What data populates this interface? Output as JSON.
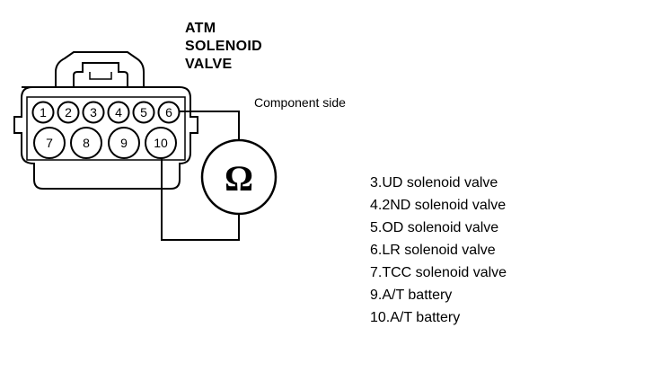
{
  "title": {
    "line1": "ATM",
    "line2": "SOLENOID",
    "line3": "VALVE"
  },
  "component_label": "Component side",
  "connector": {
    "top_row_pins": [
      "1",
      "2",
      "3",
      "4",
      "5",
      "6"
    ],
    "bottom_row_pins": [
      "7",
      "8",
      "9",
      "10"
    ]
  },
  "meter": {
    "symbol": "Ω",
    "icon": "ohmmeter-icon"
  },
  "legend": [
    "3.UD solenoid valve",
    "4.2ND solenoid valve",
    "5.OD solenoid valve",
    "6.LR solenoid valve",
    "7.TCC solenoid valve",
    "9.A/T battery",
    "10.A/T battery"
  ]
}
